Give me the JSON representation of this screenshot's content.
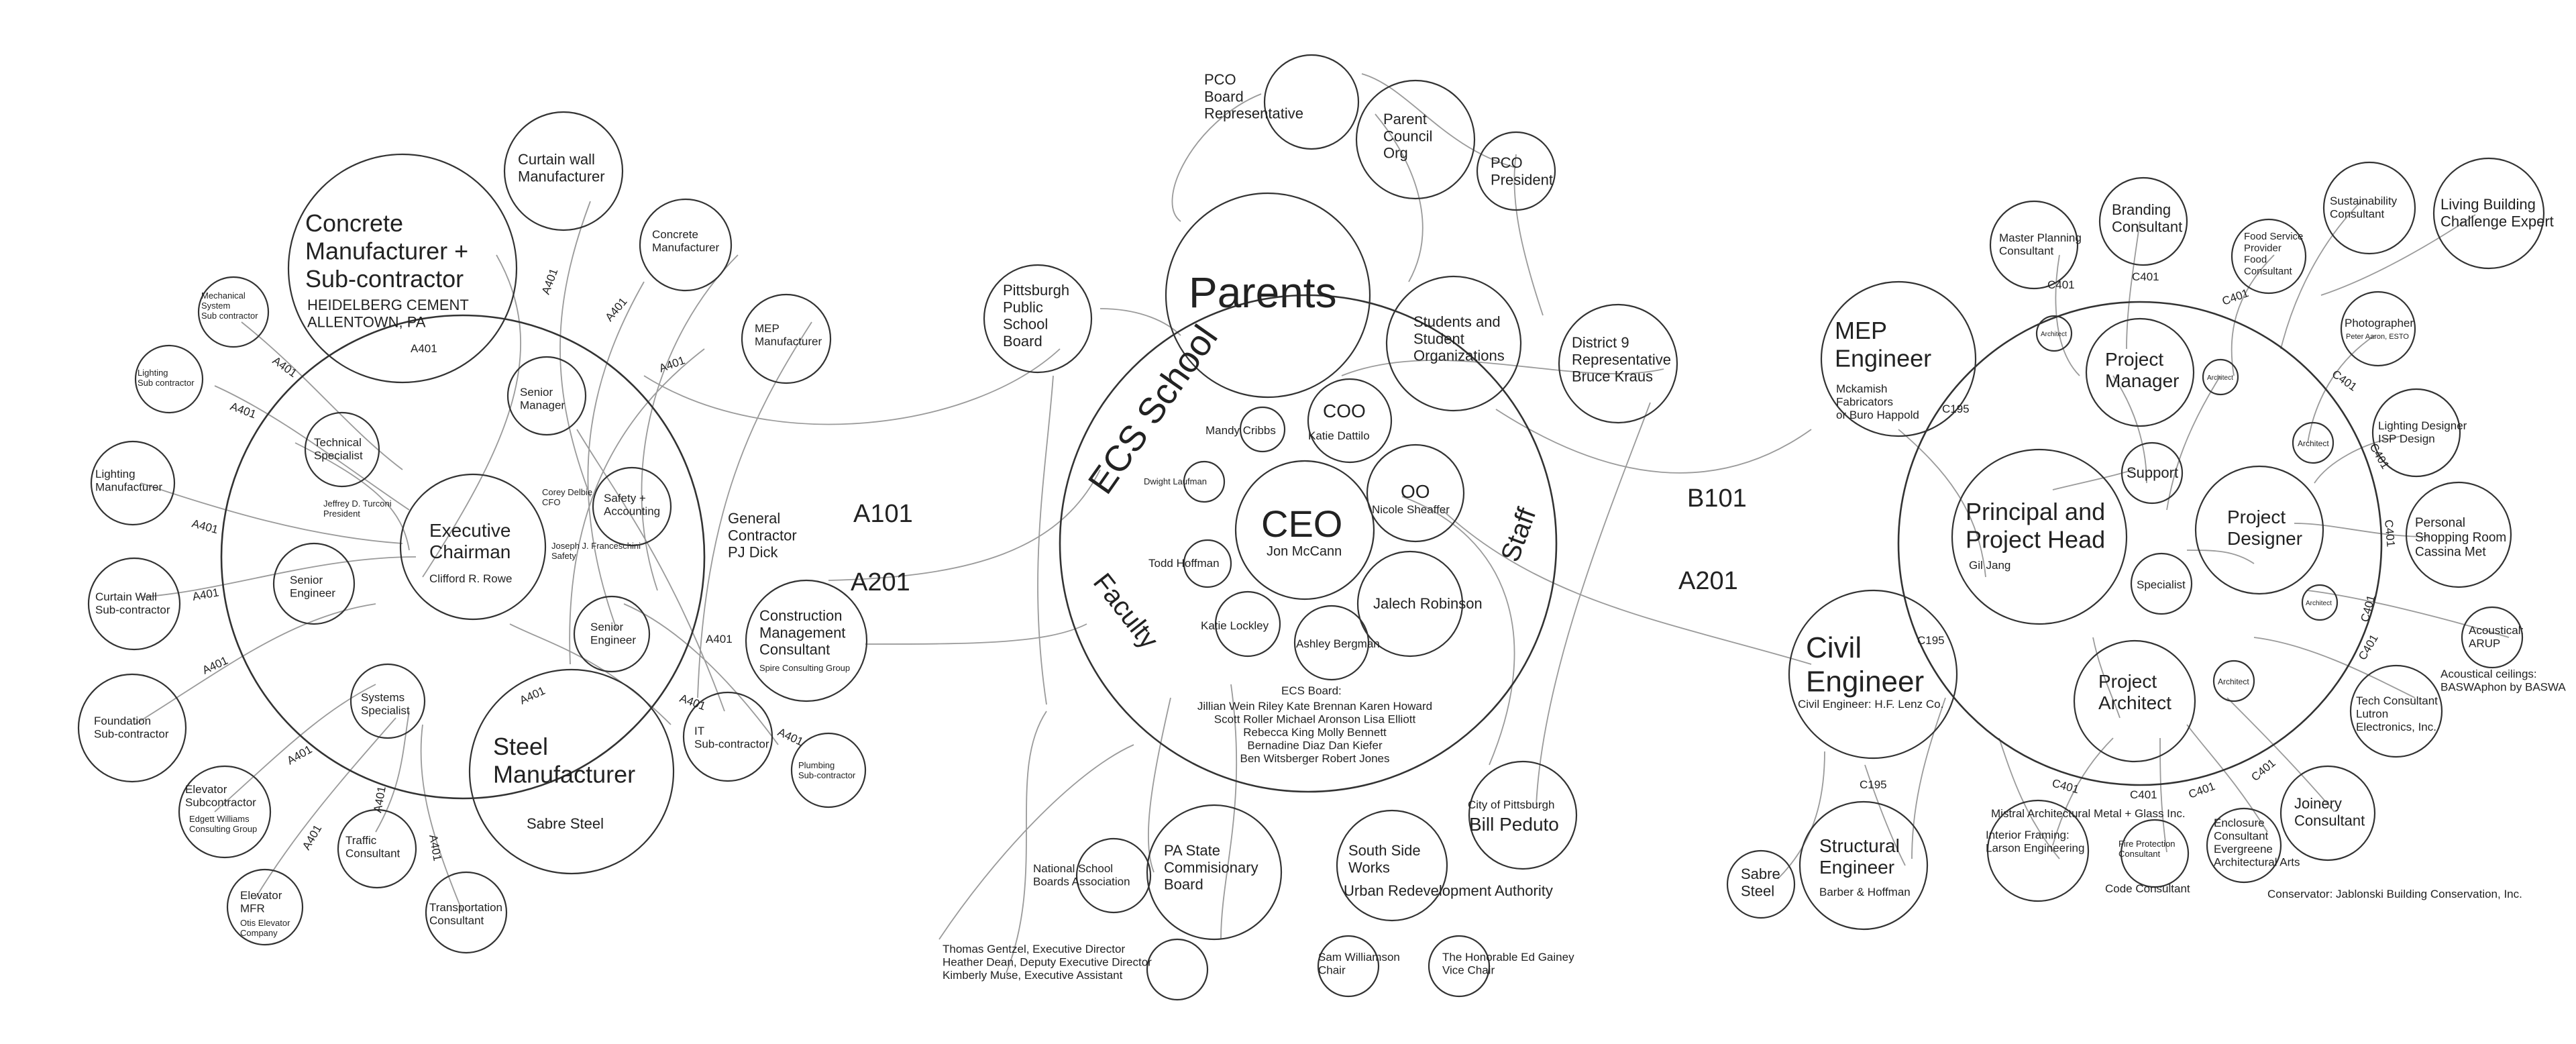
{
  "groups": {
    "left": "General\nContractor\nPJ Dick",
    "center_school": "ECS School",
    "center_faculty": "Faculty",
    "center_staff": "Staff",
    "right_unused": ""
  },
  "zone_labels": {
    "a101": "A101",
    "a201_left": "A201",
    "b101": "B101",
    "a201_right": "A201"
  },
  "codes": {
    "a401": "A401",
    "c195": "C195",
    "c401": "C401"
  },
  "left": {
    "concrete_big": "Concrete\nManufacturer +\nSub-contractor",
    "concrete_big_sub": "HEIDELBERG CEMENT\nALLENTOWN, PA",
    "curtain_wall_mfr": "Curtain wall\nManufacturer",
    "concrete_mfr": "Concrete\nManufacturer",
    "mep_mfr": "MEP\nManufacturer",
    "mechanical_sub": "Mechanical\nSystem\nSub contractor",
    "lighting_sub": "Lighting\nSub contractor",
    "lighting_mfr": "Lighting\nManufacturer",
    "curtain_wall_sub": "Curtain Wall\nSub-contractor",
    "foundation_sub": "Foundation\nSub-contractor",
    "technical_specialist": "Technical\nSpecialist",
    "senior_manager": "Senior\nManager",
    "senior_engineer_left": "Senior\nEngineer",
    "executive_chairman": "Executive\nChairman",
    "executive_chairman_name": "Clifford R. Rowe",
    "jeffrey": "Jeffrey D. Turconi\nPresident",
    "corey": "Corey Delbie\nCFO",
    "joseph": "Joseph J. Franceschini\nSafety",
    "safety": "Safety +\nAccounting",
    "senior_engineer_right": "Senior\nEngineer",
    "cm_consultant": "Construction\nManagement\nConsultant",
    "cm_consultant_sub": "Spire Consulting Group",
    "systems_specialist": "Systems\nSpecialist",
    "steel_mfr": "Steel\nManufacturer",
    "steel_mfr_name": "Sabre Steel",
    "it_sub": "IT\nSub-contractor",
    "plumbing_sub": "Plumbing\nSub-contractor",
    "elevator_sub": "Elevator\nSubcontractor",
    "elevator_sub_name": "Edgett Williams\nConsulting Group",
    "traffic": "Traffic\nConsultant",
    "transportation": "Transportation\nConsultant",
    "elevator_mfr": "Elevator\nMFR",
    "elevator_mfr_name": "Otis Elevator\nCompany"
  },
  "center": {
    "pco_rep": "PCO\nBoard\nRepresentative",
    "parent_council": "Parent\nCouncil\nOrg",
    "pco_president": "PCO\nPresident",
    "parents": "Parents",
    "pittsburgh_board": "Pittsburgh\nPublic\nSchool\nBoard",
    "students": "Students and\nStudent\nOrganizations",
    "district9": "District 9\nRepresentative\nBruce Kraus",
    "mandy": "Mandy Cribbs",
    "coo": "COO",
    "coo_name": "Katie Dattilo",
    "dwight": "Dwight Laufman",
    "ceo": "CEO",
    "ceo_name": "Jon McCann",
    "oo": "OO",
    "oo_name": "Nicole Sheaffer",
    "todd": "Todd Hoffman",
    "jalech": "Jalech Robinson",
    "katie_lockley": "Katie Lockley",
    "ashley": "Ashley Bergman",
    "board_title": "ECS Board:",
    "board_members": "Jillian Wein Riley Kate Brennan Karen Howard\nScott Roller Michael Aronson Lisa Elliott\nRebecca King Molly Bennett\nBernadine Diaz Dan Kiefer\nBen Witsberger Robert Jones",
    "city_label": "City of Pittsburgh",
    "city_name": "Bill Peduto",
    "national_boards": "National School\nBoards Association",
    "pa_state": "PA State\nCommisionary\nBoard",
    "pa_staff": "Thomas Gentzel, Executive Director\nHeather Dean, Deputy Executive Director\nKimberly Muse, Executive Assistant",
    "south_side": "South Side\nWorks",
    "ura": "Urban Redevelopment Authority",
    "sam": "Sam Williamson\nChair",
    "gainey": "The Honorable Ed Gainey\nVice Chair"
  },
  "right": {
    "mep_engineer": "MEP\nEngineer",
    "mep_engineer_sub": "Mckamish\nFabricators\nor Buro Happold",
    "master_planning": "Master Planning\nConsultant",
    "branding": "Branding\nConsultant",
    "food_service": "Food Service\nProvider\nFood\nConsultant",
    "sustainability": "Sustainability\nConsultant",
    "living_building": "Living Building\nChallenge Expert",
    "photographer": "Photographer",
    "photographer_name": "Peter Aaron, ESTO",
    "architect": "Architect",
    "project_manager": "Project\nManager",
    "lighting_designer": "Lighting Designer\nISP Design",
    "support": "Support",
    "principal": "Principal and\nProject Head",
    "principal_name": "Gil Jang",
    "project_designer": "Project\nDesigner",
    "personal_shopping": "Personal\nShopping Room\nCassina Met",
    "specialist": "Specialist",
    "acoustical": "Acoustical:\nARUP",
    "acoustical_ceilings": "Acoustical ceilings:\nBASWAphon by BASWA",
    "civil_engineer": "Civil\nEngineer",
    "civil_engineer_sub": "Civil Engineer: H.F. Lenz Co.",
    "project_architect": "Project\nArchitect",
    "tech_consultant": "Tech Consultant\nLutron\nElectronics, Inc.",
    "joinery": "Joinery\nConsultant",
    "mistral": "Mistral Architectural Metal + Glass Inc.",
    "interior_framing": "Interior Framing:\nLarson Engineering",
    "fire_protection": "Fire Protection\nConsultant",
    "enclosure": "Enclosure\nConsultant\nEvergreene\nArchitectural Arts",
    "code_consultant": "Code Consultant",
    "conservator": "Conservator: Jablonski Building Conservation, Inc.",
    "sabre_steel": "Sabre\nSteel",
    "structural_engineer": "Structural\nEngineer",
    "structural_engineer_sub": "Barber & Hoffman"
  }
}
